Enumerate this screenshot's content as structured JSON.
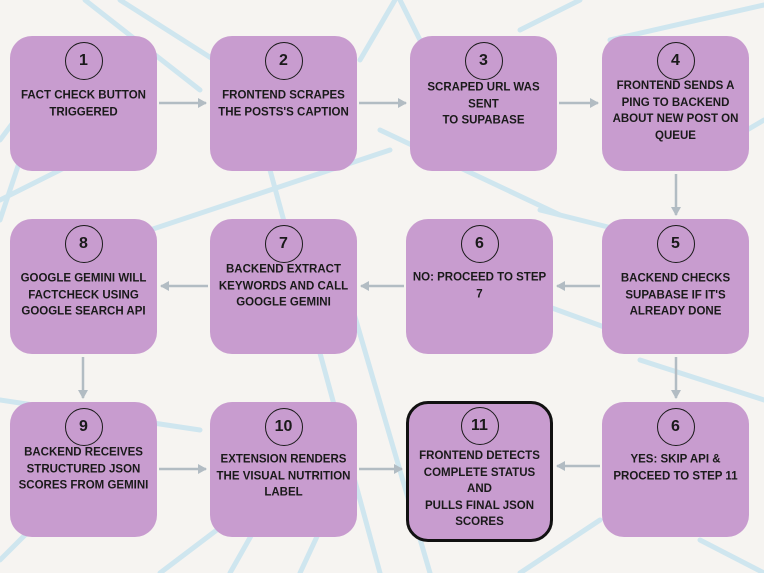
{
  "diagram": {
    "colors": {
      "background": "#f6f4f1",
      "box_fill": "#c89ccf",
      "arrow": "#b2bcc3",
      "decor_lines": "#cfe6ef",
      "text": "#1a1a1a"
    },
    "steps": [
      {
        "id": "s1",
        "number": "1",
        "text": "FACT CHECK BUTTON\nTRIGGERED"
      },
      {
        "id": "s2",
        "number": "2",
        "text": "FRONTEND SCRAPES\nTHE POSTS'S CAPTION"
      },
      {
        "id": "s3",
        "number": "3",
        "text": "SCRAPED URL WAS SENT\nTO SUPABASE"
      },
      {
        "id": "s4",
        "number": "4",
        "text": "FRONTEND SENDS A\nPING TO BACKEND\nABOUT NEW POST ON\nQUEUE"
      },
      {
        "id": "s5",
        "number": "5",
        "text": "BACKEND CHECKS\nSUPABASE IF IT'S\nALREADY DONE"
      },
      {
        "id": "s6a",
        "number": "6",
        "text": "NO: PROCEED TO STEP 7"
      },
      {
        "id": "s7",
        "number": "7",
        "text": "BACKEND EXTRACT\nKEYWORDS AND CALL\nGOOGLE GEMINI"
      },
      {
        "id": "s8",
        "number": "8",
        "text": "GOOGLE GEMINI WILL\nFACTCHECK USING\nGOOGLE SEARCH API"
      },
      {
        "id": "s9",
        "number": "9",
        "text": "BACKEND RECEIVES\nSTRUCTURED JSON\nSCORES FROM GEMINI"
      },
      {
        "id": "s10",
        "number": "10",
        "text": "EXTENSION RENDERS\nTHE VISUAL NUTRITION\nLABEL"
      },
      {
        "id": "s11",
        "number": "11",
        "text": "FRONTEND DETECTS\nCOMPLETE STATUS AND\nPULLS FINAL JSON\nSCORES",
        "highlight": true
      },
      {
        "id": "s6b",
        "number": "6",
        "text": "YES: SKIP API &\nPROCEED TO STEP 11"
      }
    ],
    "connections": [
      [
        "s1",
        "s2"
      ],
      [
        "s2",
        "s3"
      ],
      [
        "s3",
        "s4"
      ],
      [
        "s4",
        "s5"
      ],
      [
        "s5",
        "s6a"
      ],
      [
        "s6a",
        "s7"
      ],
      [
        "s7",
        "s8"
      ],
      [
        "s8",
        "s9"
      ],
      [
        "s9",
        "s10"
      ],
      [
        "s10",
        "s11"
      ],
      [
        "s5",
        "s6b"
      ],
      [
        "s6b",
        "s11"
      ]
    ]
  }
}
